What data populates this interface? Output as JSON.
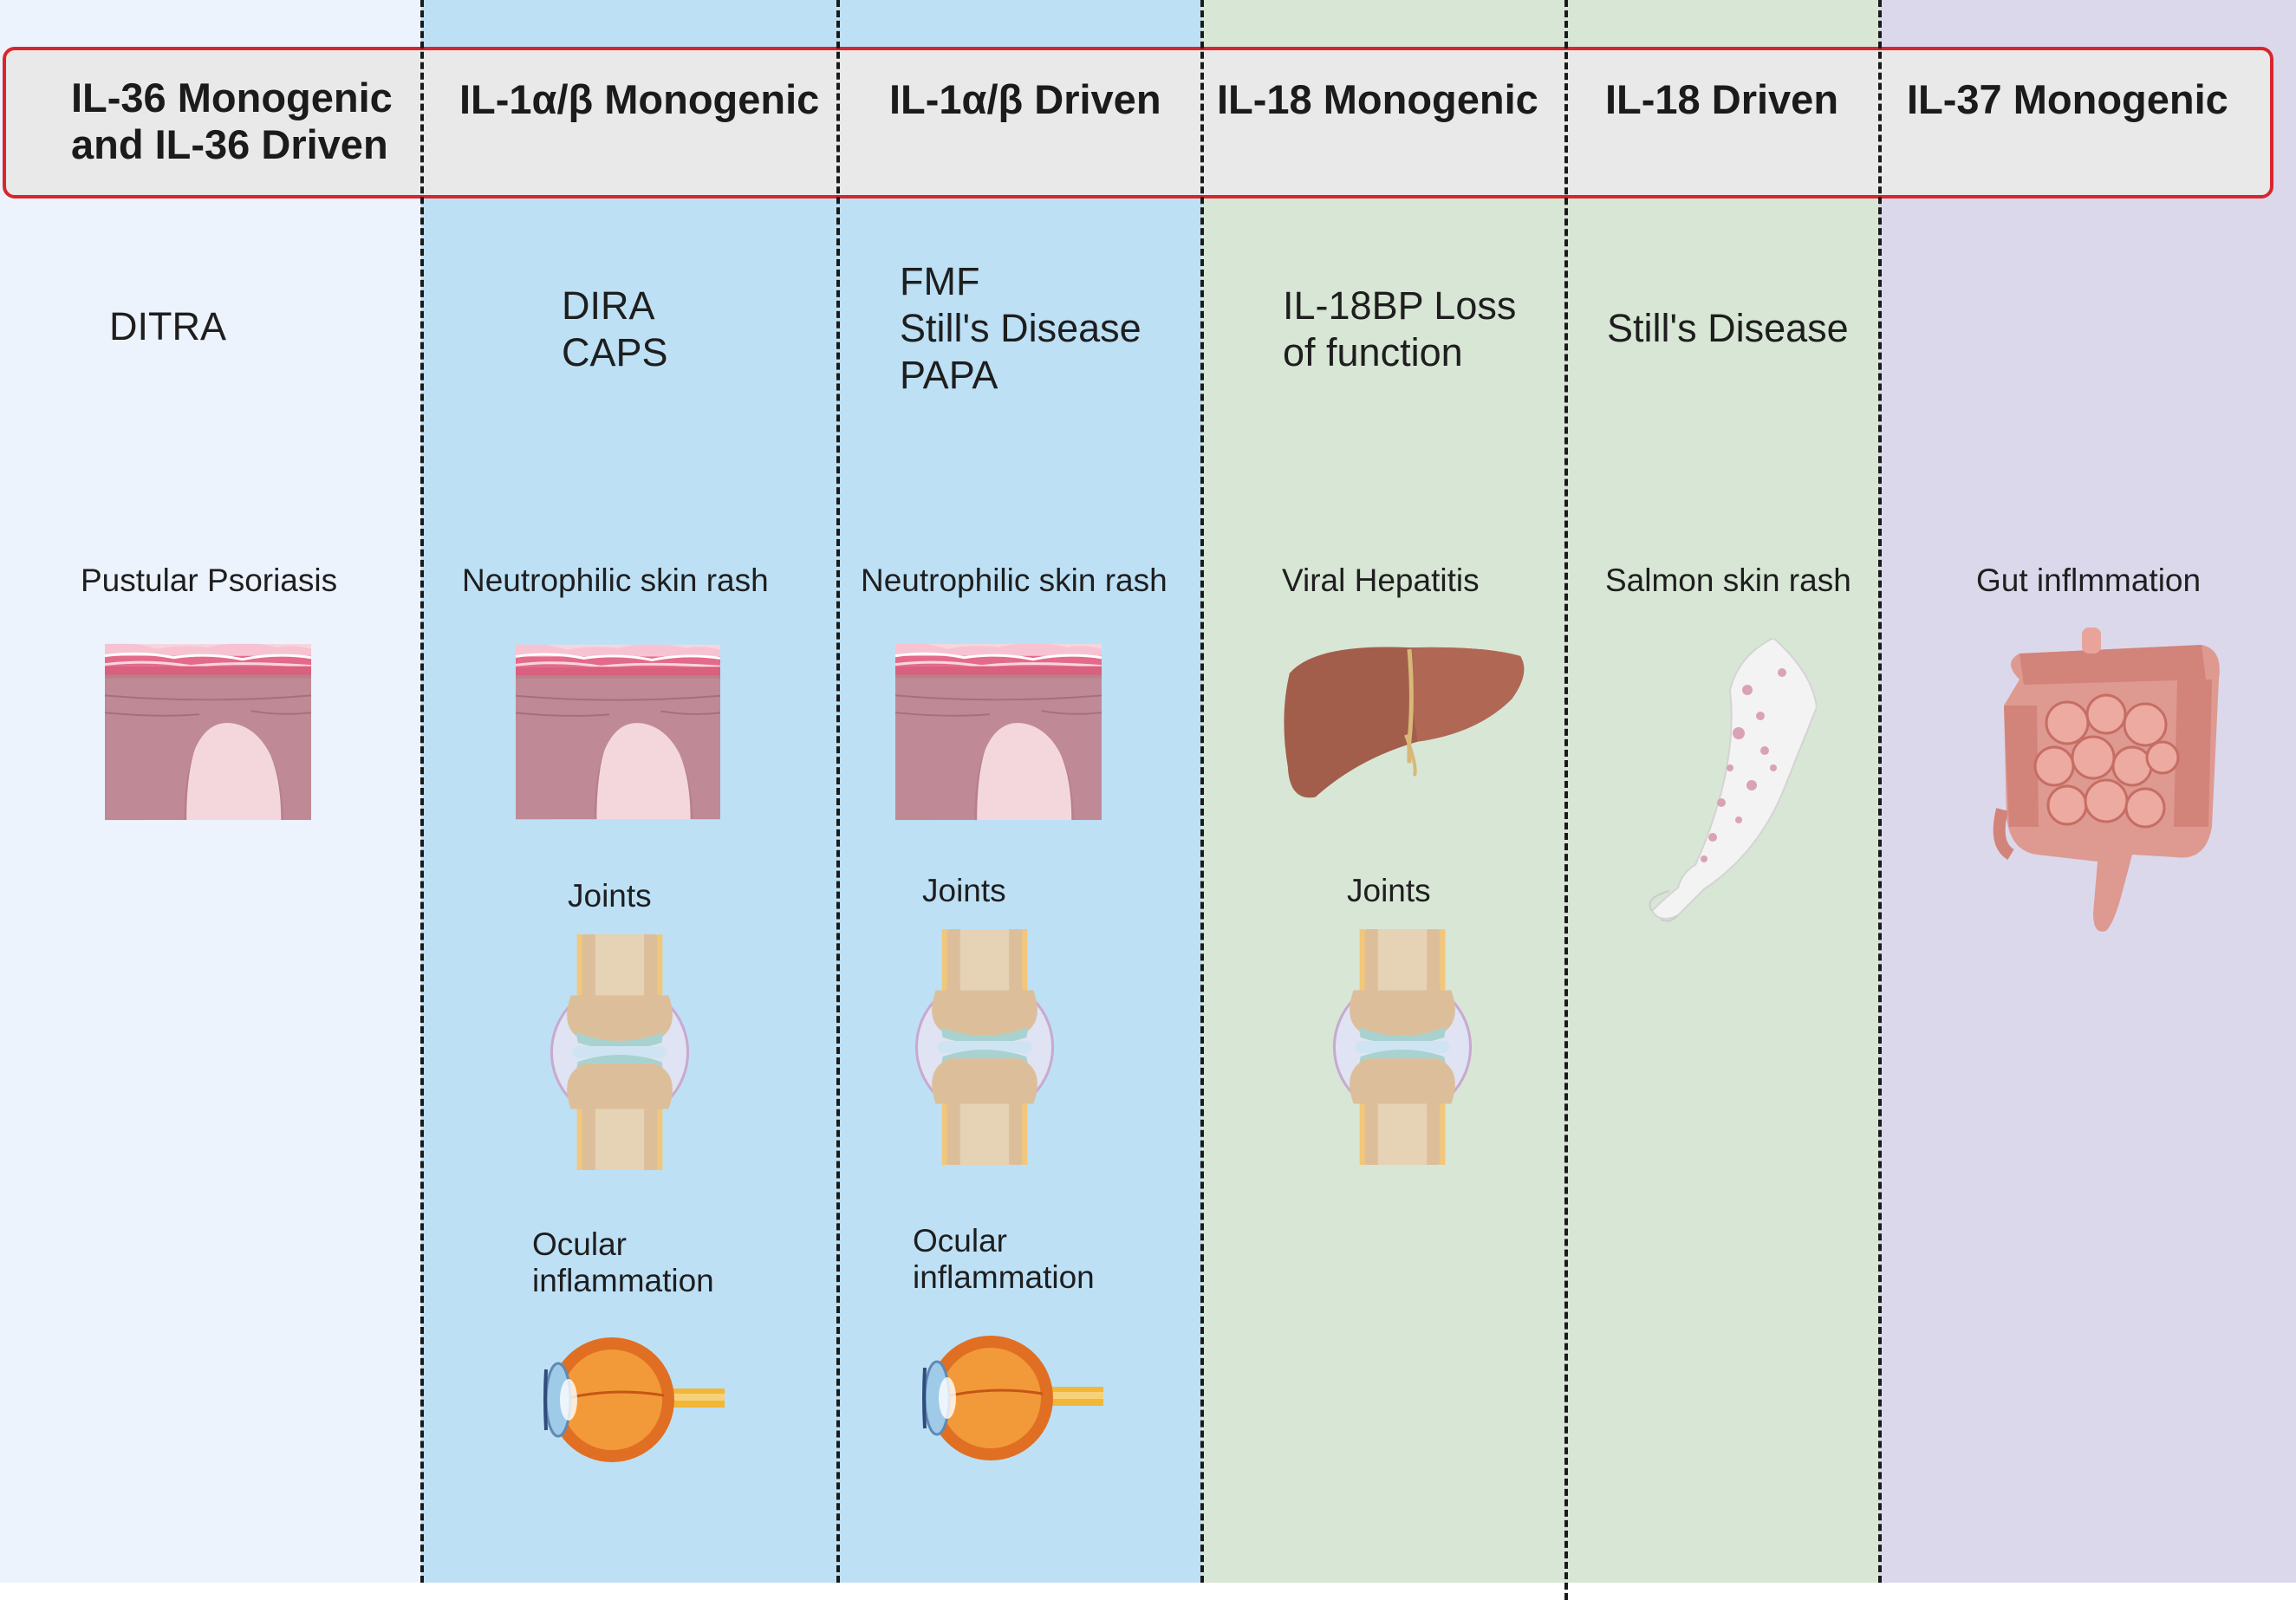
{
  "columns": [
    {
      "heading_line1": "IL-36 Monogenic",
      "heading_line2": "and IL-36 Driven",
      "diseases": [
        "DITRA"
      ],
      "manifestations": [
        "Pustular Psoriasis"
      ]
    },
    {
      "heading_line1": "IL-1α/β Monogenic",
      "diseases": [
        "DIRA",
        "CAPS"
      ],
      "manifestations": [
        "Neutrophilic skin rash",
        "Joints",
        "Ocular",
        "inflammation"
      ]
    },
    {
      "heading_line1": "IL-1α/β Driven",
      "diseases": [
        "FMF",
        "Still's Disease",
        "PAPA"
      ],
      "manifestations": [
        "Neutrophilic skin rash",
        "Joints",
        "Ocular",
        "inflammation"
      ]
    },
    {
      "heading_line1": "IL-18 Monogenic",
      "diseases": [
        "IL-18BP Loss",
        "of function"
      ],
      "manifestations": [
        "Viral Hepatitis",
        "Joints"
      ]
    },
    {
      "heading_line1": "IL-18 Driven",
      "diseases": [
        "Still's Disease"
      ],
      "manifestations": [
        "Salmon skin rash"
      ]
    },
    {
      "heading_line1": "IL-37 Monogenic",
      "diseases": [],
      "manifestations": [
        "Gut inflmmation"
      ]
    }
  ],
  "colors": {
    "col1_bg": "#edf3fc",
    "col2_bg": "#bde0f5",
    "col3_bg": "#bde0f5",
    "col4_bg": "#d8e6d5",
    "col5_bg": "#d8e6d5",
    "col6_bg": "#dcd8ec",
    "header_fill": "#e9e9e9",
    "header_border": "#d8262c"
  },
  "icons": [
    "skin-section-icon",
    "joint-icon",
    "eye-icon",
    "liver-icon",
    "arm-rash-icon",
    "intestine-icon"
  ]
}
